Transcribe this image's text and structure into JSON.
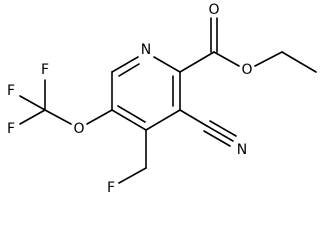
{
  "structure": {
    "atoms": {
      "ring_n": "N",
      "carbonyl_o": "O",
      "ester_o": "O",
      "ether_o": "O",
      "nitrile_n": "N",
      "cf3_f_top": "F",
      "cf3_f_left": "F",
      "cf3_f_bottom": "F",
      "ch2f_f": "F"
    }
  }
}
